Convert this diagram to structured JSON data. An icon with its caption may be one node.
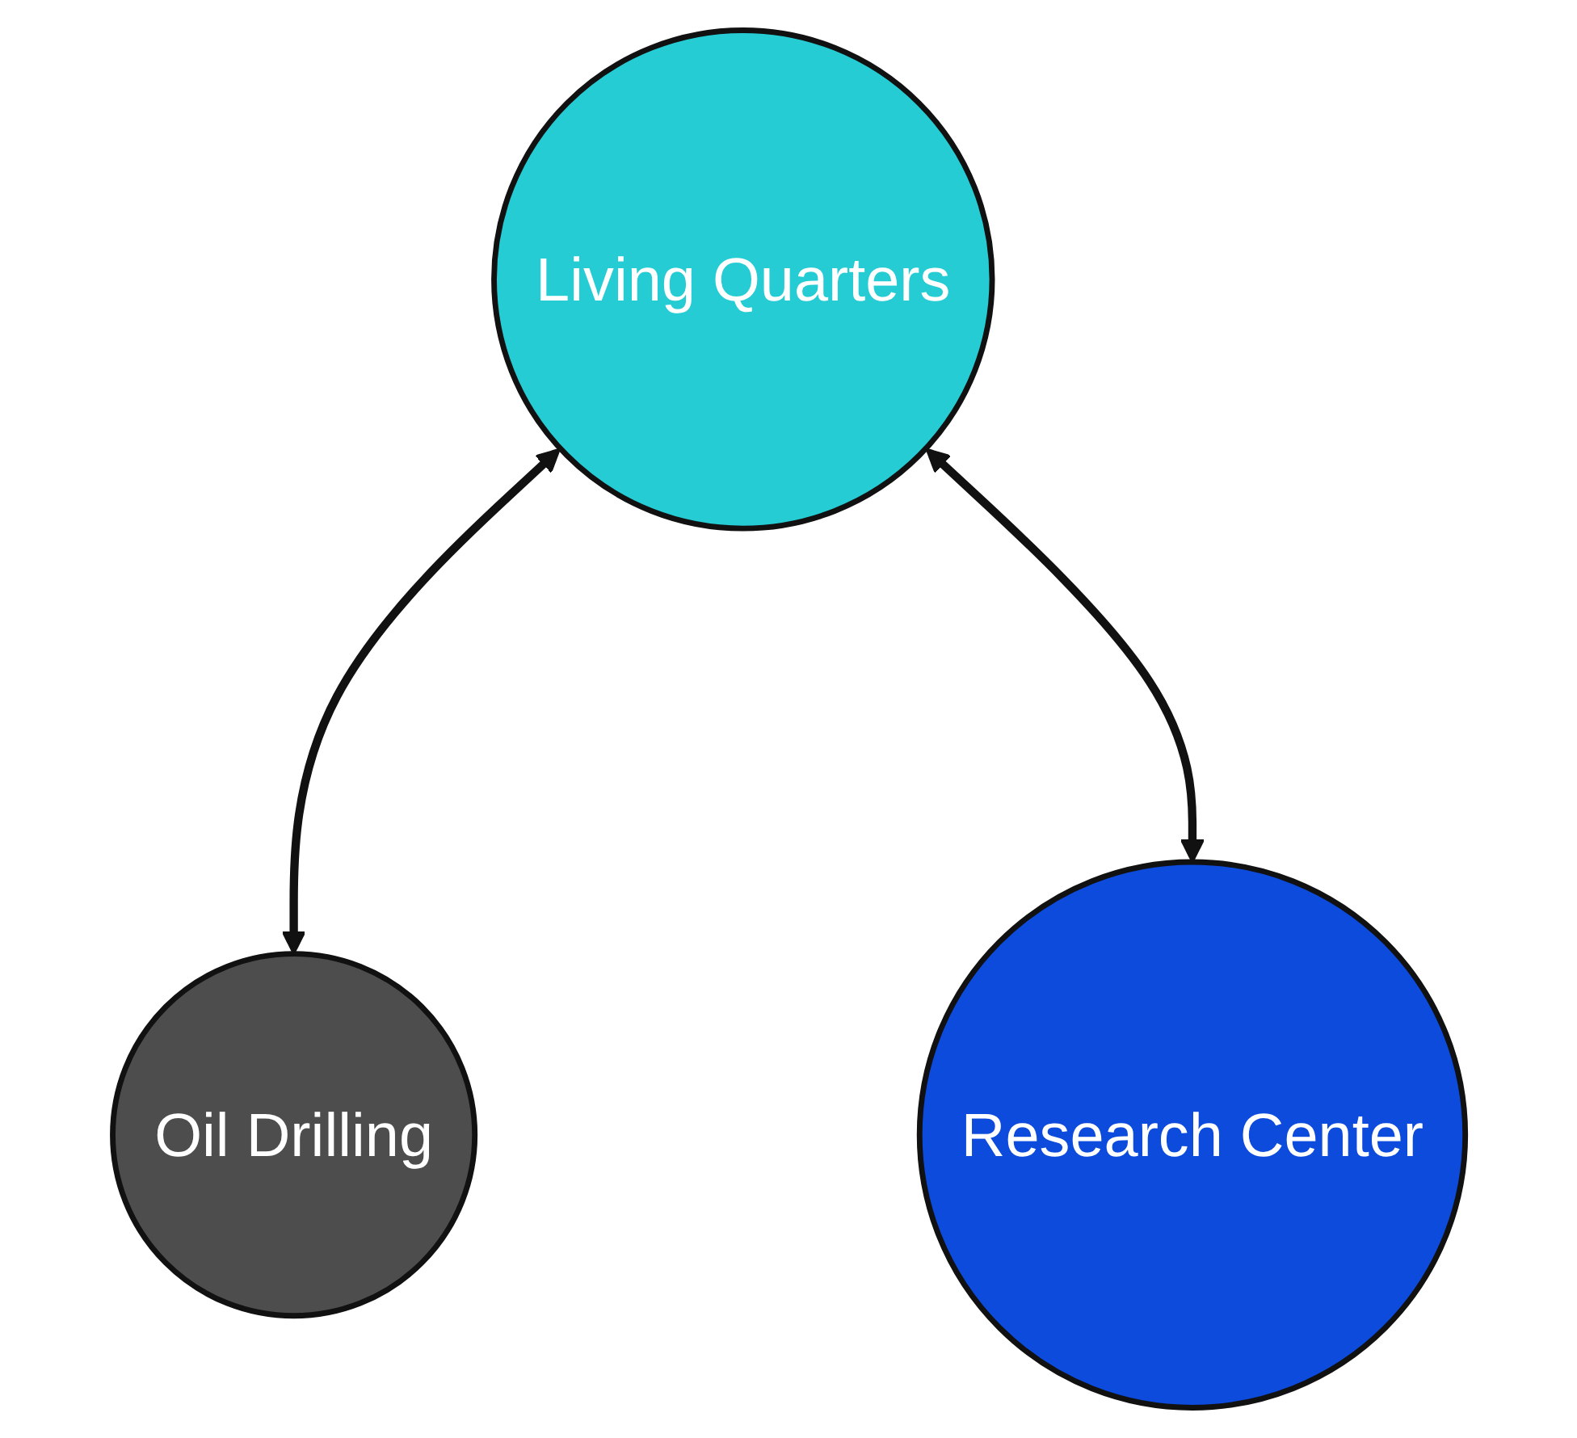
{
  "diagram": {
    "nodes": [
      {
        "text": [
          "Living Quarters"
        ]
      },
      {
        "text": [
          "Oil Drilling"
        ]
      },
      {
        "text": [
          "Research Center"
        ]
      }
    ],
    "edges": [
      {
        "from": 0,
        "to": 1,
        "arrow": "both"
      },
      {
        "from": 0,
        "to": 2,
        "arrow": "both"
      }
    ]
  }
}
